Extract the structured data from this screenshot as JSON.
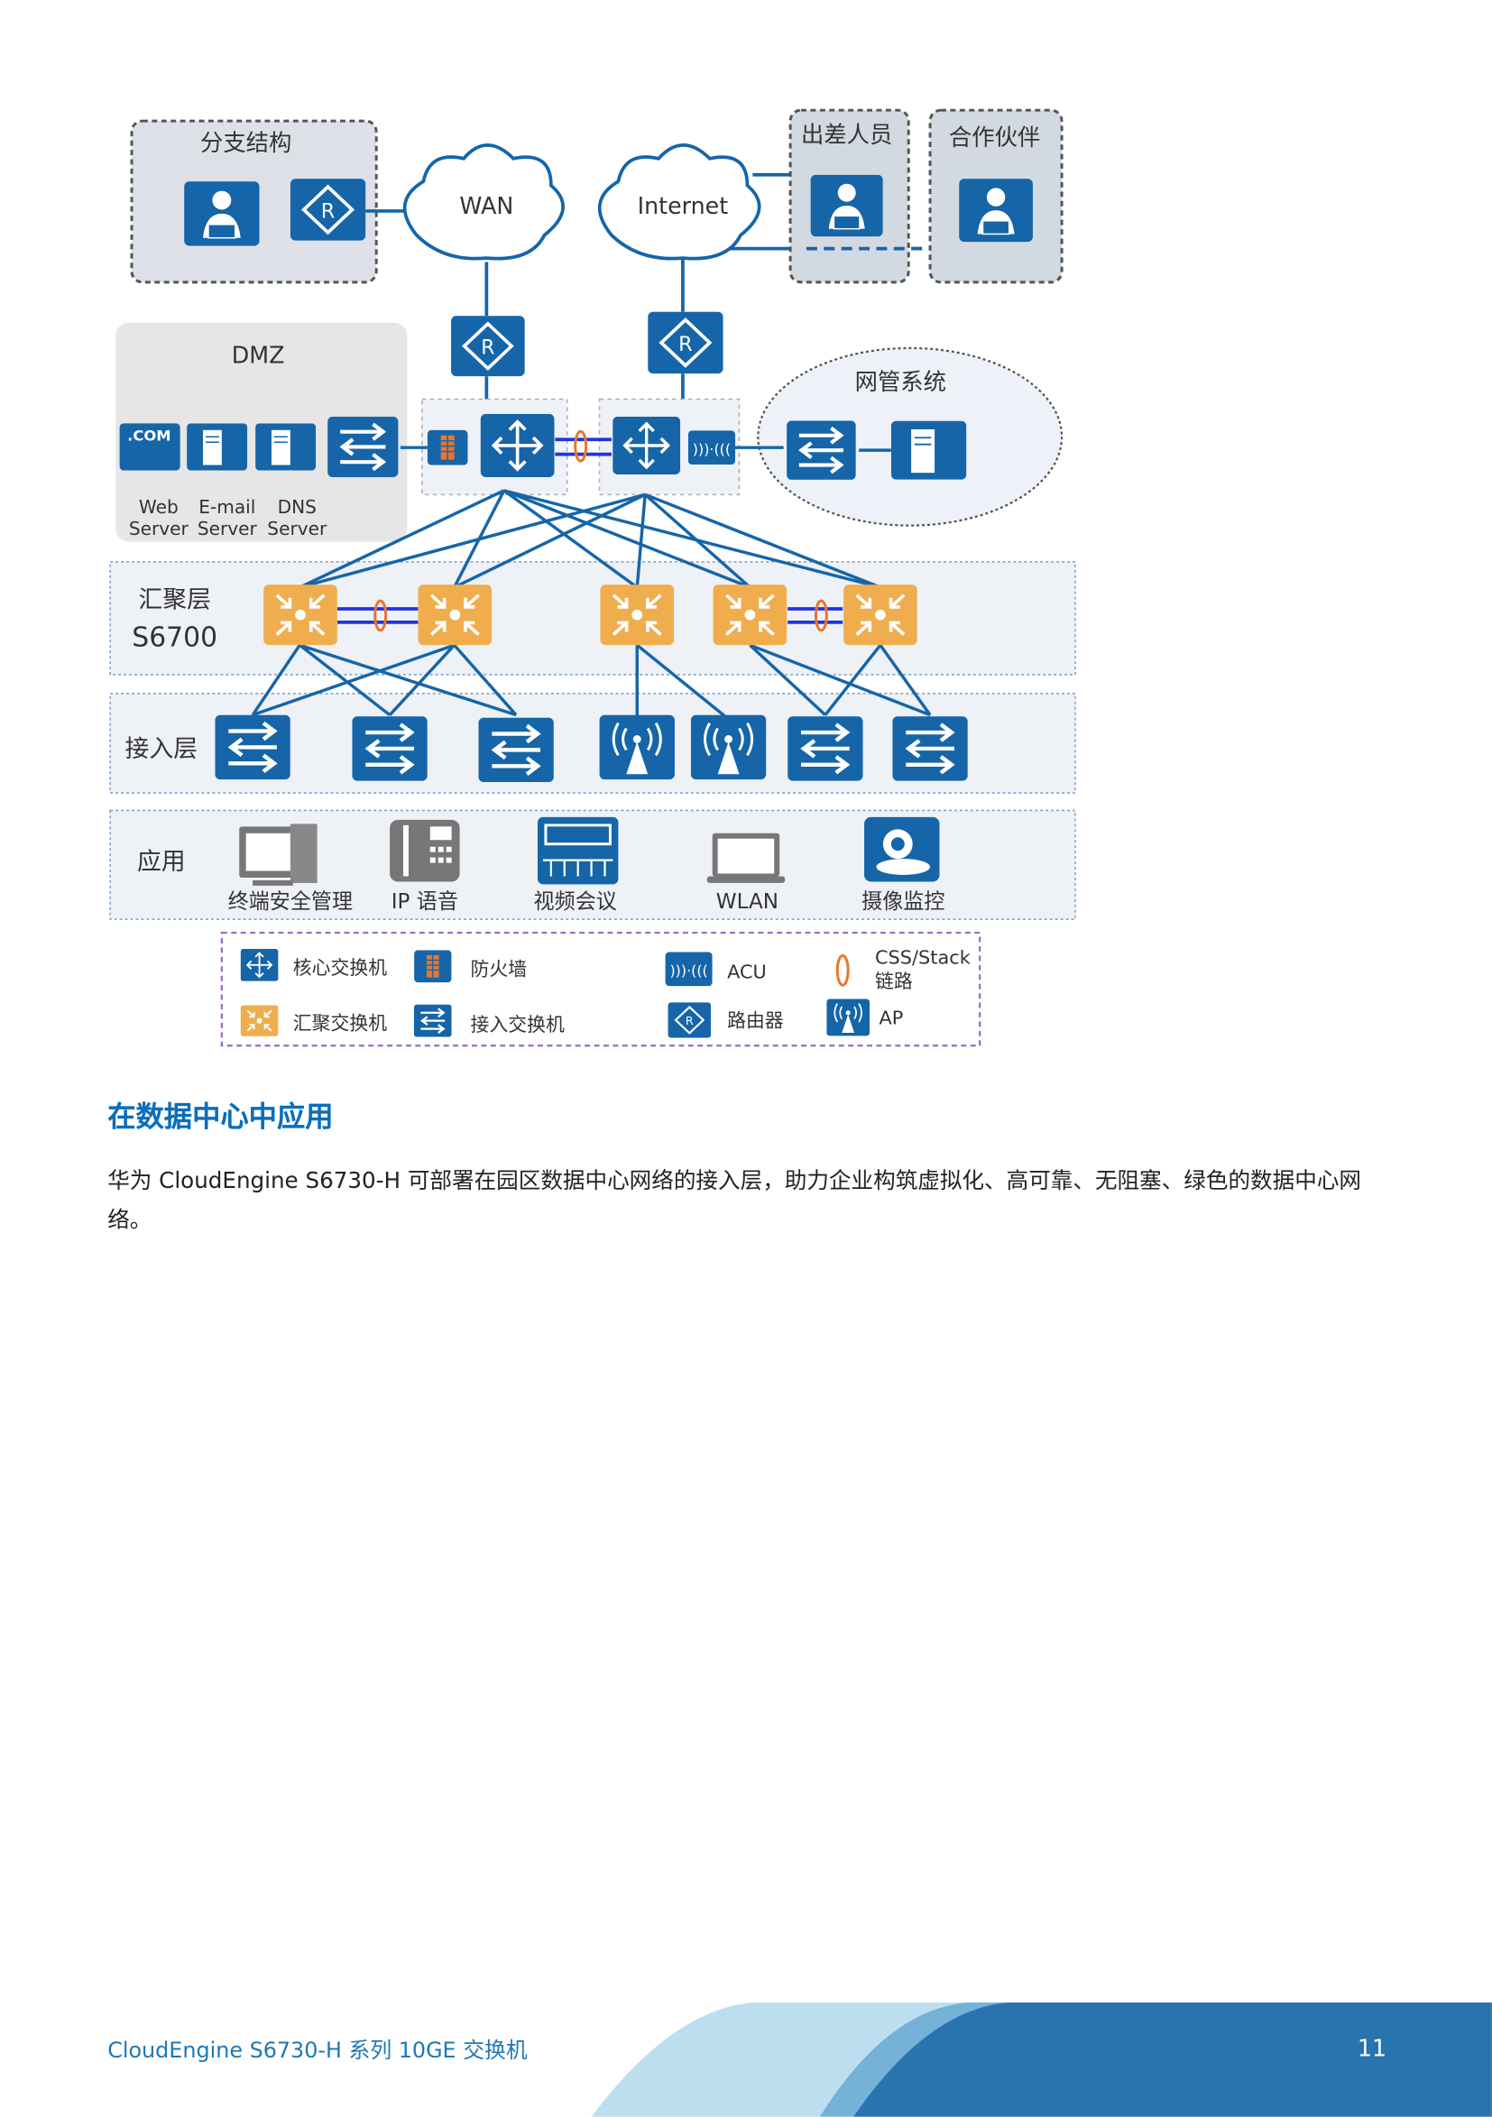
{
  "diagram": {
    "branch": "分支结构",
    "wan": "WAN",
    "internet": "Internet",
    "travelers": "出差人员",
    "partners": "合作伙伴",
    "dmz": "DMZ",
    "dmz_servers": [
      {
        "line1": "Web",
        "line2": "Server"
      },
      {
        "line1": "E-mail",
        "line2": "Server"
      },
      {
        "line1": "DNS",
        "line2": "Server"
      }
    ],
    "com_label": ".COM",
    "nms": "网管系统",
    "aggregation_layer": "汇聚层",
    "aggregation_model": "S6700",
    "access_layer": "接入层",
    "application_layer": "应用",
    "applications": [
      "终端安全管理",
      "IP 语音",
      "视频会议",
      "WLAN",
      "摄像监控"
    ],
    "legend": {
      "core_switch": "核心交换机",
      "firewall": "防火墙",
      "acu": "ACU",
      "css_line1": "CSS/Stack",
      "css_line2": "链路",
      "agg_switch": "汇聚交换机",
      "access_switch": "接入交换机",
      "router": "路由器",
      "ap": "AP"
    }
  },
  "section": {
    "heading": "在数据中心中应用",
    "body": "华为 CloudEngine S6730-H 可部署在园区数据中心网络的接入层，助力企业构筑虚拟化、高可靠、无阻塞、绿色的数据中心网络。"
  },
  "footer": {
    "title": "CloudEngine S6730-H 系列 10GE 交换机",
    "page_number": "11"
  },
  "colors": {
    "blue": "#1565a8",
    "orange": "#f0ad4e",
    "heading": "#0a6ebd"
  }
}
